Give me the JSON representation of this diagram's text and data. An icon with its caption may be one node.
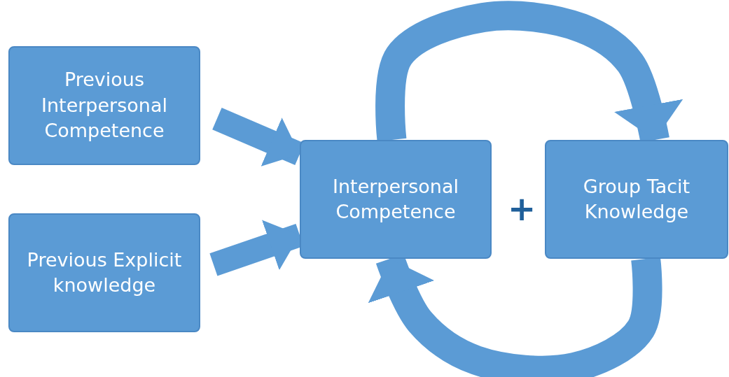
{
  "diagram": {
    "nodes": [
      {
        "text": [
          "Previous Interpersonal Competence"
        ]
      },
      {
        "text": [
          "Previous Explicit knowledge"
        ]
      },
      {
        "text": [
          "Interpersonal Competence"
        ]
      },
      {
        "text": [
          "Group Tacit Knowledge"
        ]
      }
    ],
    "edges": [
      {
        "from": 0,
        "to": 2,
        "arrow": "to"
      },
      {
        "from": 1,
        "to": 2,
        "arrow": "to"
      },
      {
        "from": 2,
        "to": 3,
        "arrow": "to"
      },
      {
        "from": 3,
        "to": 2,
        "arrow": "to"
      }
    ],
    "labels": [
      "+"
    ]
  }
}
